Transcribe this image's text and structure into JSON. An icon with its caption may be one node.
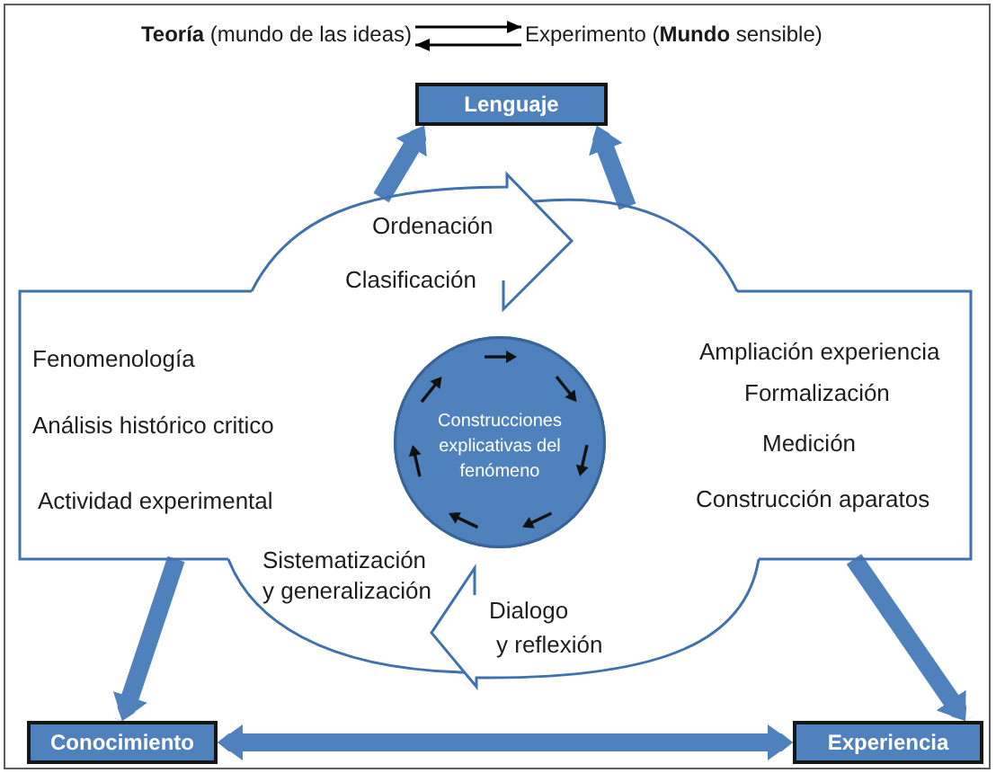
{
  "diagram": {
    "nodes": [
      {
        "text": [
          "**Teoría** (mundo de las ideas)"
        ]
      },
      {
        "text": [
          "Experimento (**Mundo** sensible)"
        ]
      },
      {
        "text": [
          "Lenguaje"
        ]
      },
      {
        "text": [
          "Ordenación",
          "Clasificación",
          "Sistematización y generalización",
          "Dialogo y reflexión"
        ]
      },
      {
        "text": [
          "Fenomenología",
          "Análisis histórico critico",
          "Actividad experimental",
          "Ampliación experiencia",
          "Formalización",
          "Medición",
          "Construcción aparatos"
        ]
      },
      {
        "text": [
          "Construcciones explicativas del fenómeno"
        ]
      },
      {
        "text": [
          "Conocimiento"
        ]
      },
      {
        "text": [
          "Experiencia"
        ]
      }
    ],
    "edges": [
      {
        "from": 0,
        "to": 1,
        "arrow": "to",
        "color": "#000000"
      },
      {
        "from": 1,
        "to": 0,
        "arrow": "to",
        "color": "#000000"
      },
      {
        "from": 3,
        "to": 2,
        "arrow": "to",
        "color": "#4f81bd"
      },
      {
        "from": 3,
        "to": 2,
        "arrow": "to",
        "color": "#4f81bd"
      },
      {
        "from": 4,
        "to": 6,
        "arrow": "to",
        "color": "#4f81bd"
      },
      {
        "from": 4,
        "to": 7,
        "arrow": "to",
        "color": "#4f81bd"
      },
      {
        "from": 6,
        "to": 7,
        "arrow": "both",
        "color": "#4f81bd"
      }
    ]
  }
}
